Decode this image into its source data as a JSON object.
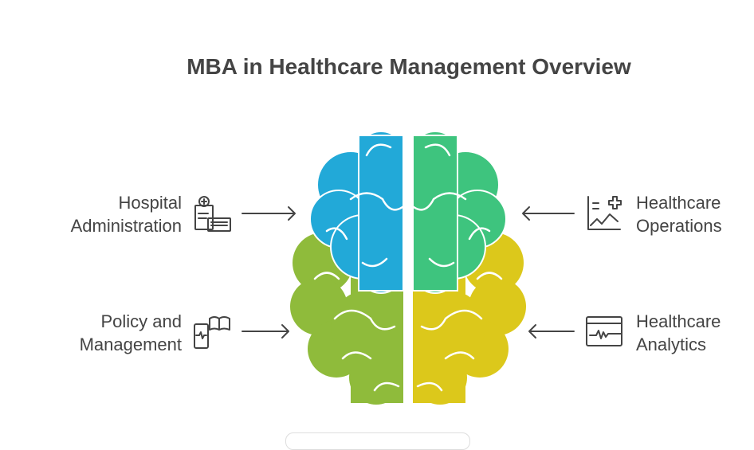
{
  "title": "MBA in Healthcare Management Overview",
  "items": [
    {
      "line1": "Hospital",
      "line2": "Administration",
      "icon": "hospital-admin-icon",
      "color": "#22a9d8"
    },
    {
      "line1": "Policy and",
      "line2": "Management",
      "icon": "mobile-book-icon",
      "color": "#8fbb3b"
    },
    {
      "line1": "Healthcare",
      "line2": "Operations",
      "icon": "chart-medical-icon",
      "color": "#3ec47e"
    },
    {
      "line1": "Healthcare",
      "line2": "Analytics",
      "icon": "analytics-window-icon",
      "color": "#dcc81b"
    }
  ]
}
